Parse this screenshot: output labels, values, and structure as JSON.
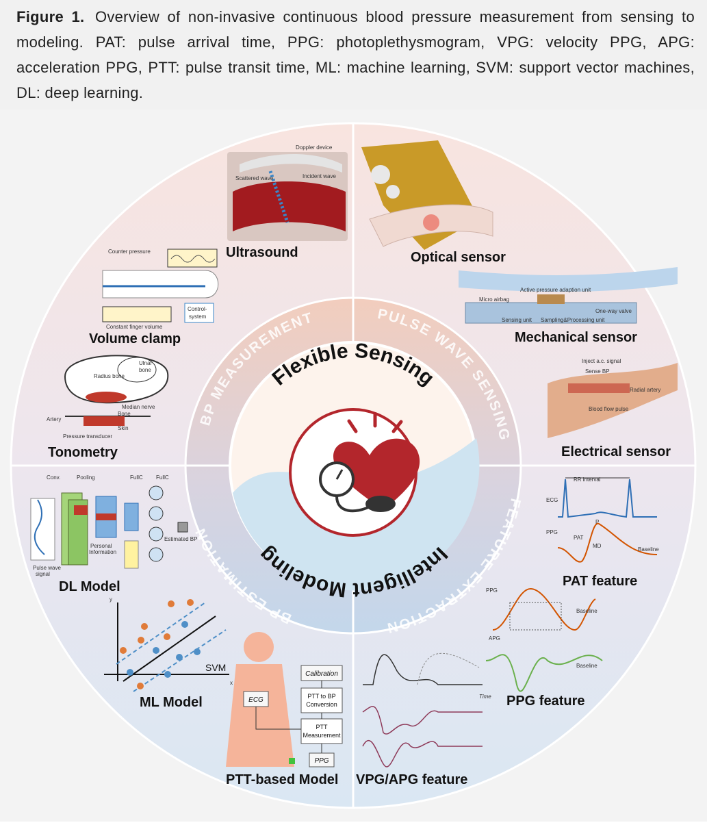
{
  "caption": {
    "label": "Figure 1.",
    "text": "Overview of non-invasive continuous blood pressure measurement from sensing to modeling. PAT: pulse arrival time, PPG: photoplethysmogram, VPG: velocity PPG, APG: acceleration PPG, PTT: pulse transit time, ML: machine learning, SVM: support vector machines, DL: deep learning."
  },
  "core": {
    "top": "Flexible Sensing",
    "bottom": "Intelligent Modeling"
  },
  "ring": {
    "bp_measurement": "BP MEASUREMENT",
    "pulse_wave_sensing": "PULSE WAVE SENSING",
    "feature_extraction": "FEATURE EXTRACTION",
    "bp_estimation": "BP ESTIMATION"
  },
  "panels": {
    "ultrasound": "Ultrasound",
    "optical_sensor": "Optical sensor",
    "mechanical_sensor": "Mechanical sensor",
    "electrical_sensor": "Electrical sensor",
    "volume_clamp": "Volume clamp",
    "tonometry": "Tonometry",
    "dl_model": "DL Model",
    "ml_model": "ML Model",
    "ptt_model": "PTT-based Model",
    "vpg_apg_feature": "VPG/APG feature",
    "ppg_feature": "PPG feature",
    "pat_feature": "PAT feature"
  },
  "small_labels": {
    "doppler": "Doppler device",
    "scattered": "Scattered wave",
    "incident": "Incident wave",
    "counter_pressure": "Counter pressure",
    "constant_volume": "Constant finger volume",
    "control": "Control-",
    "system": "system",
    "radius": "Radius bone",
    "ulnar": "Ulnar",
    "ulnar2": "bone",
    "median": "Median nerve",
    "artery": "Artery",
    "bone": "Bone",
    "skin": "Skin",
    "transducer": "Pressure transducer",
    "active_unit": "Active pressure adaption unit",
    "micro_airbag": "Micro airbag",
    "one_way": "One-way valve",
    "sensing_unit": "Sensing unit",
    "sampling": "Sampling&Processing unit",
    "inject": "Inject a.c. signal",
    "sense_bp": "Sense BP",
    "radial": "Radial artery",
    "blood_flow": "Blood flow pulse",
    "conv": "Conv.",
    "pooling": "Pooling",
    "fullc1": "FullC",
    "fullc2": "FullC",
    "pulse_wave": "Pulse wave",
    "signal": "signal",
    "personal": "Personal",
    "information": "Information",
    "estimated_bp": "Estimated BP",
    "svm": "SVM",
    "y_axis": "y",
    "x_axis": "x",
    "calibration": "Calibration",
    "ptt_to_bp": "PTT to BP",
    "conversion": "Conversion",
    "ptt": "PTT",
    "measurement": "Measurement",
    "ecg_box": "ECG",
    "ppg_box": "PPG",
    "rr_interval": "RR interval",
    "ecg": "ECG",
    "ppg": "PPG",
    "pat": "PAT",
    "baseline": "Baseline",
    "md": "MD",
    "p": "P",
    "ppg2": "PPG",
    "apg": "APG",
    "baseline2": "Baseline",
    "baseline3": "Baseline",
    "time": "Time"
  },
  "colors": {
    "top_bg": "#f6dcd6",
    "bottom_bg": "#dce8f4",
    "ring_top": "#efc9b9",
    "ring_bottom": "#c2d6ea",
    "core_top": "#fdf0e6",
    "core_bottom": "#cfe4f1",
    "icon_red": "#b3262c",
    "divider": "#ffffff"
  }
}
